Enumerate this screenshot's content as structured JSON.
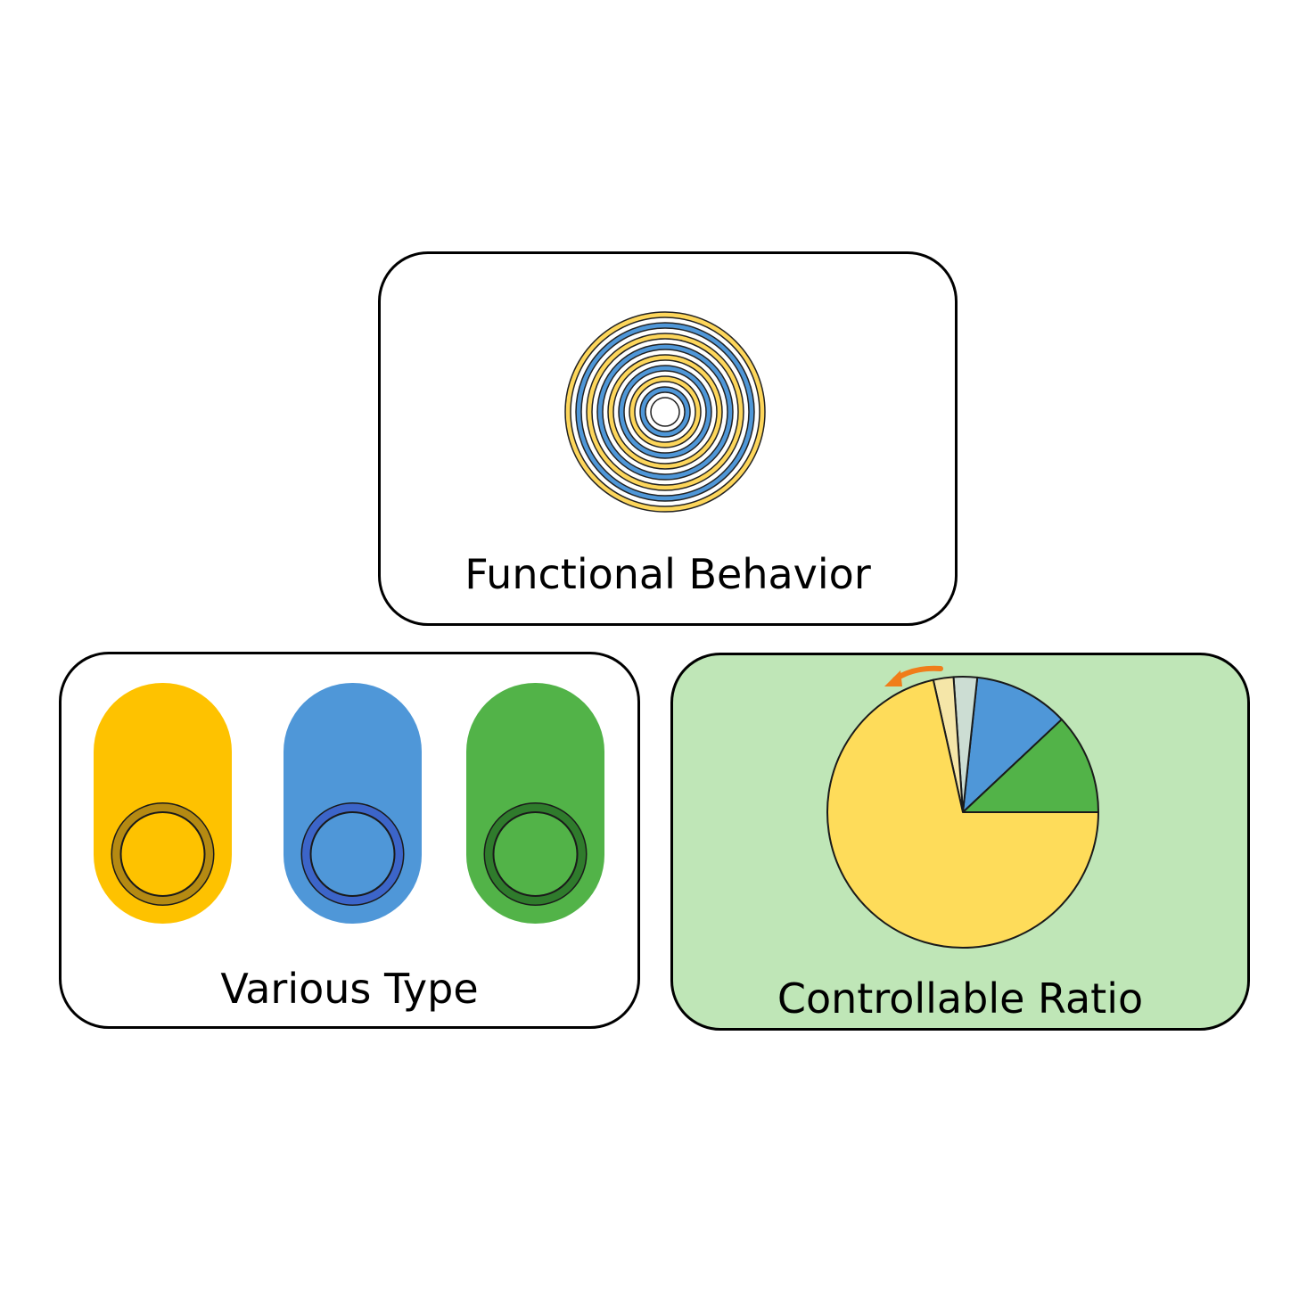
{
  "panels": {
    "functional_behavior": {
      "label": "Functional Behavior",
      "ring_colors": [
        "#fdd65b",
        "#ffffff",
        "#4f97d8",
        "#ffffff",
        "#fdd65b",
        "#ffffff",
        "#4f97d8",
        "#ffffff",
        "#fdd65b",
        "#ffffff",
        "#4f97d8",
        "#ffffff",
        "#fdd65b",
        "#ffffff",
        "#4f97d8",
        "#ffffff"
      ]
    },
    "various_type": {
      "label": "Various Type",
      "capsules": [
        {
          "name": "yellow-capsule",
          "fill": "#fec200",
          "ring": "#b58a12"
        },
        {
          "name": "blue-capsule",
          "fill": "#4f97d8",
          "ring": "#3c65c9"
        },
        {
          "name": "green-capsule",
          "fill": "#52b348",
          "ring": "#2f7b2c"
        }
      ]
    },
    "controllable_ratio": {
      "label": "Controllable Ratio",
      "background": "#bfe6b7",
      "arrow_color": "#f07d1a",
      "pie_slices": [
        {
          "name": "green-slice",
          "value": 12.0,
          "color": "#52b348"
        },
        {
          "name": "blue-slice",
          "value": 11.3,
          "color": "#4f97d8"
        },
        {
          "name": "gray-slice",
          "value": 2.8,
          "color": "#ccddd3"
        },
        {
          "name": "cream-slice",
          "value": 2.4,
          "color": "#f5e6a8"
        },
        {
          "name": "yellow-slice",
          "value": 71.5,
          "color": "#fedc5a"
        }
      ]
    }
  }
}
